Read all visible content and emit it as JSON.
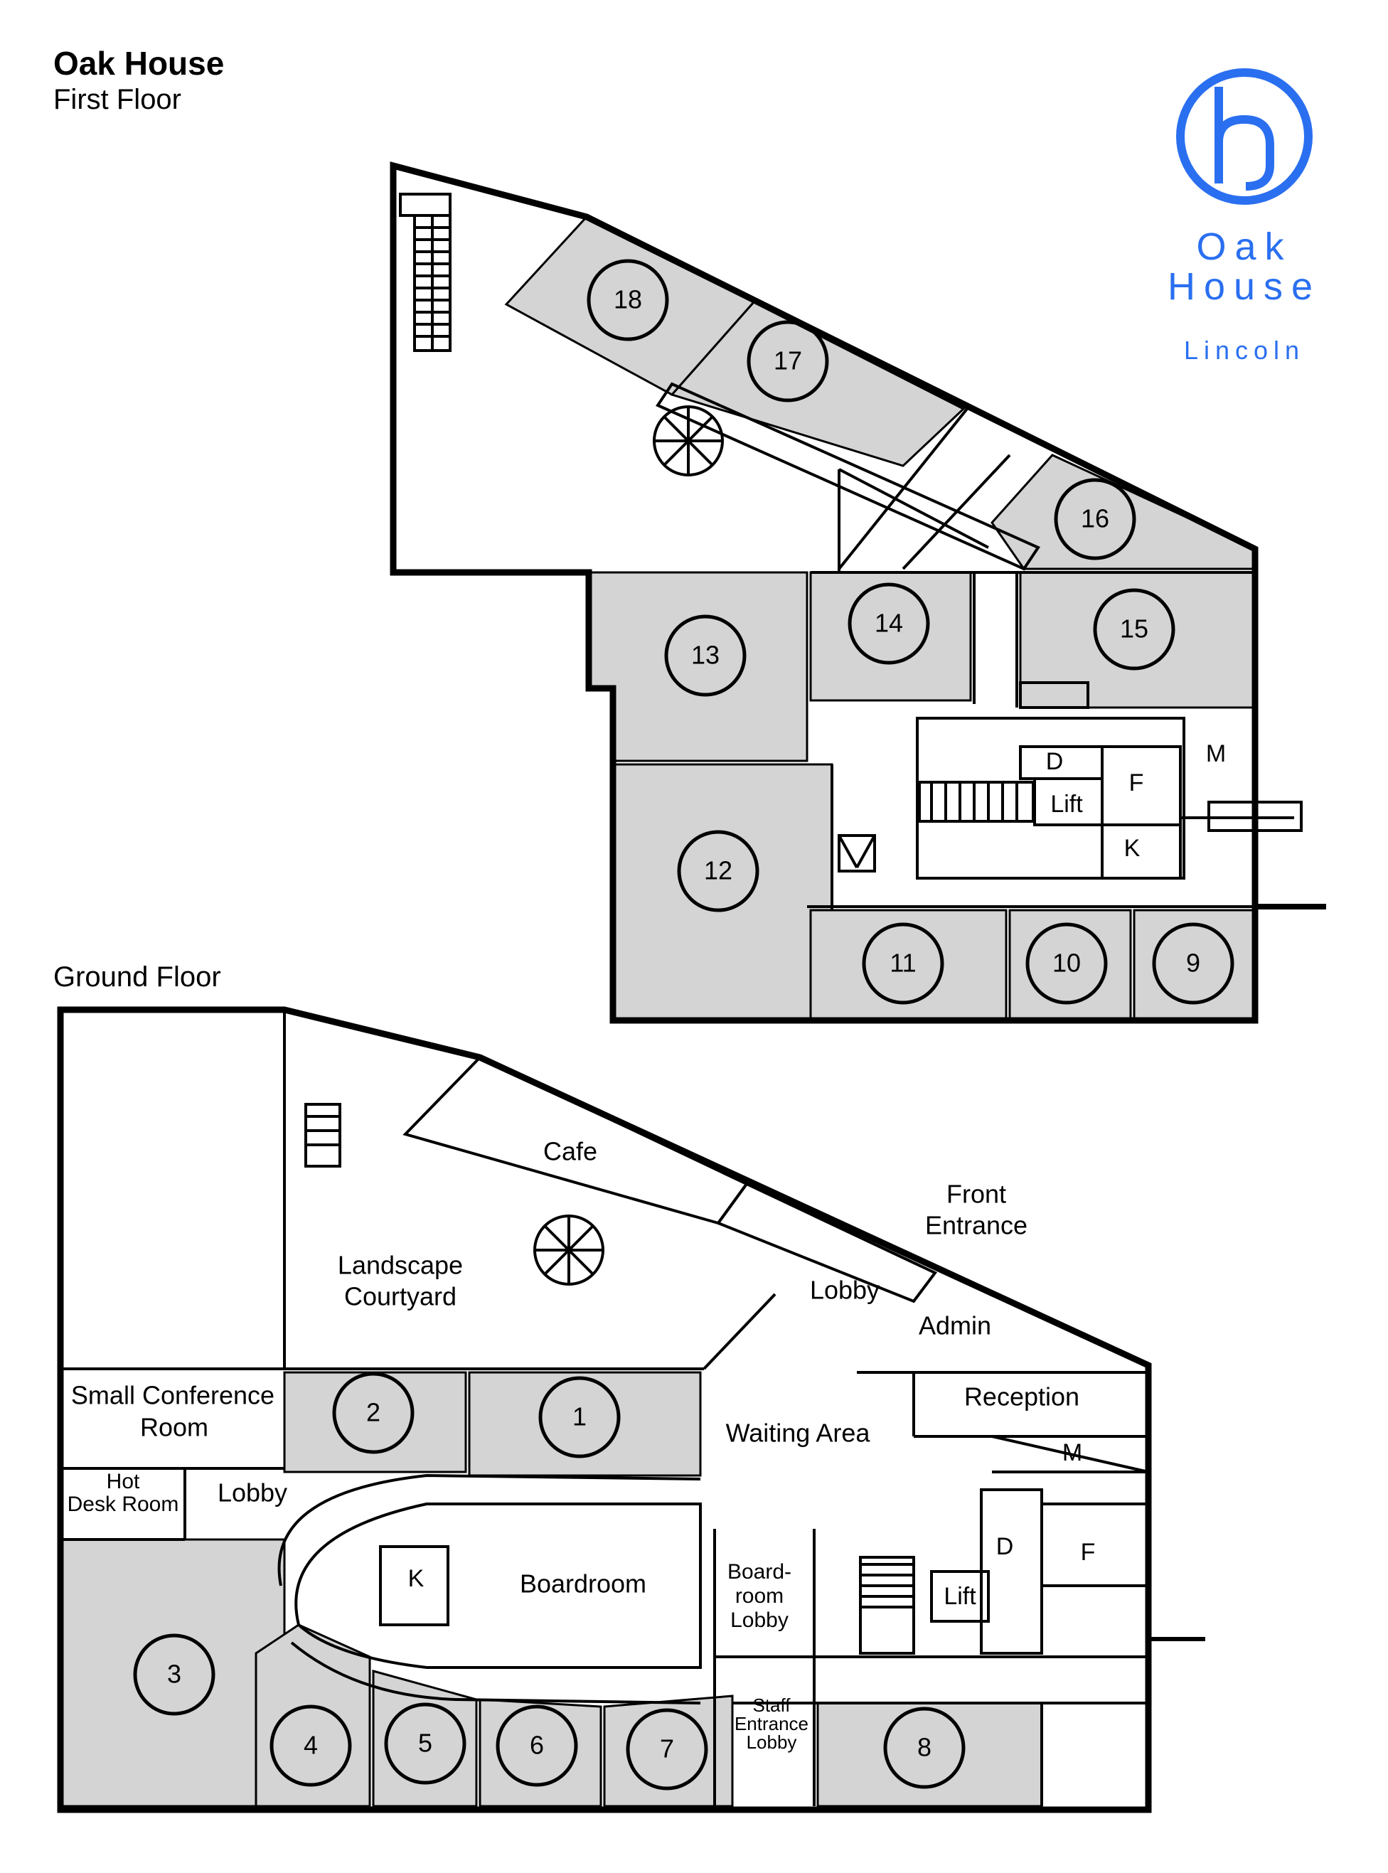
{
  "header": {
    "building": "Oak House",
    "first_floor_label": "First Floor",
    "ground_floor_label": "Ground Floor"
  },
  "logo": {
    "icon": "h-circle-logo-icon",
    "line1": "Oak",
    "line2": "House",
    "line3": "Lincoln",
    "color": "#2a6ff0"
  },
  "colors": {
    "room_fill": "#d4d4d4",
    "wall": "#000000",
    "background": "#ffffff"
  },
  "first_floor": {
    "rooms": {
      "r18": "18",
      "r17": "17",
      "r16": "16",
      "r15": "15",
      "r14": "14",
      "r13": "13",
      "r12": "12",
      "r11": "11",
      "r10": "10",
      "r9": "9"
    },
    "labels": {
      "d": "D",
      "f": "F",
      "m": "M",
      "lift": "Lift",
      "k": "K"
    }
  },
  "ground_floor": {
    "rooms": {
      "r1": "1",
      "r2": "2",
      "r3": "3",
      "r4": "4",
      "r5": "5",
      "r6": "6",
      "r7": "7",
      "r8": "8"
    },
    "labels": {
      "cafe": "Cafe",
      "front_entrance_1": "Front",
      "front_entrance_2": "Entrance",
      "landscape_1": "Landscape",
      "landscape_2": "Courtyard",
      "lobby_top": "Lobby",
      "admin": "Admin",
      "reception": "Reception",
      "small_conf_1": "Small Conference",
      "small_conf_2": "Room",
      "waiting_area": "Waiting Area",
      "m": "M",
      "hot_desk_1": "Hot",
      "hot_desk_2": "Desk Room",
      "lobby_left": "Lobby",
      "k": "K",
      "boardroom": "Boardroom",
      "boardroom_lobby_1": "Board-",
      "boardroom_lobby_2": "room",
      "boardroom_lobby_3": "Lobby",
      "lift": "Lift",
      "d": "D",
      "f": "F",
      "staff_1": "Staff",
      "staff_2": "Entrance",
      "staff_3": "Lobby"
    }
  }
}
